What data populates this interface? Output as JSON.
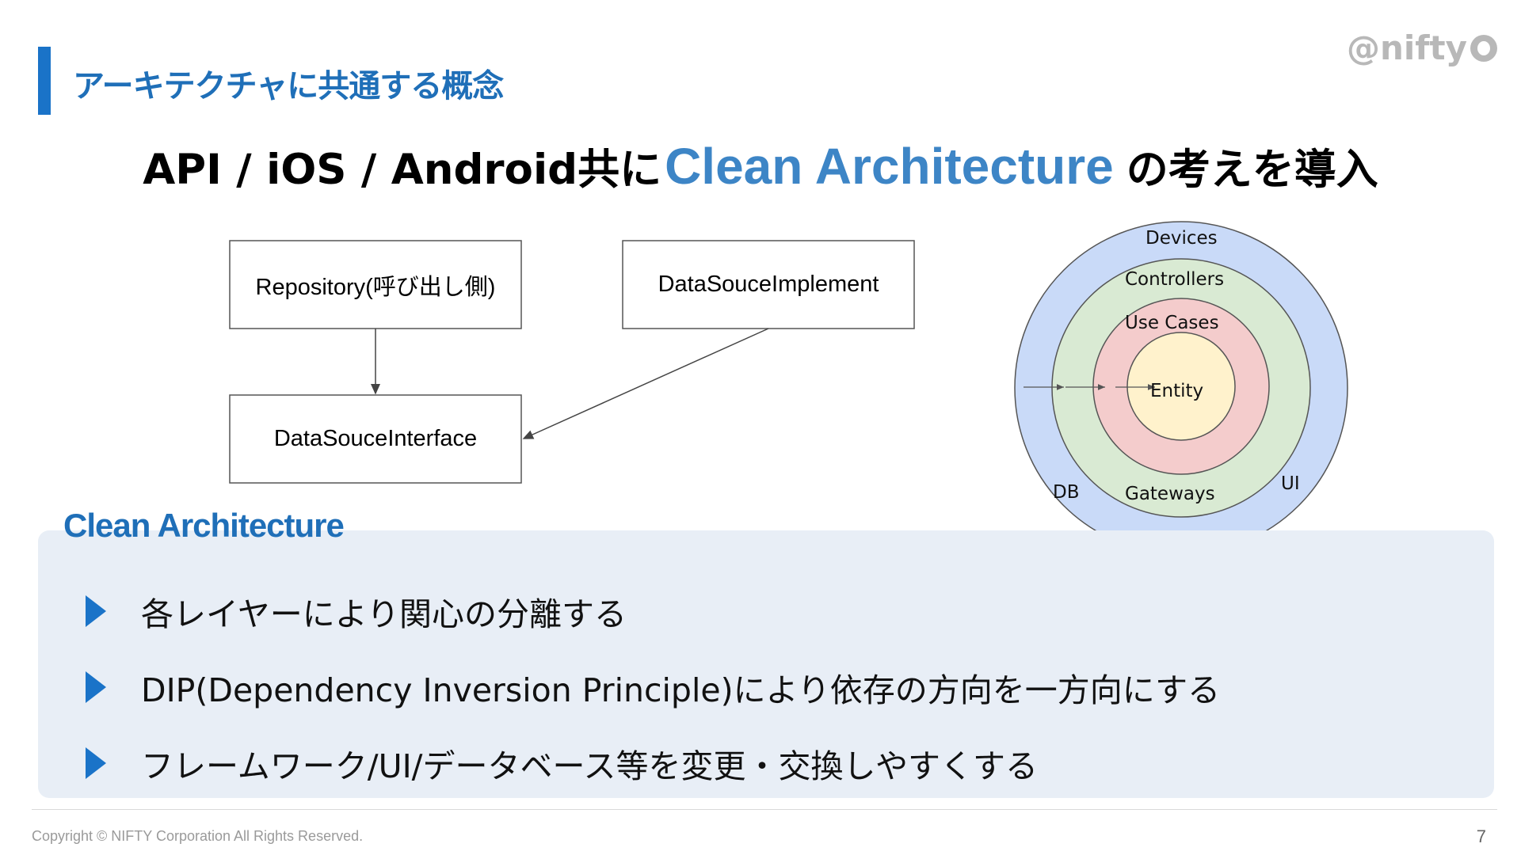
{
  "header": {
    "section_title": "アーキテクチャに共通する概念",
    "logo_text": "@nifty",
    "logo_icon": "nifty-swirl-icon"
  },
  "headline": {
    "prefix": "API / iOS / Android共に",
    "emphasis": "Clean Architecture",
    "suffix": "の考えを導入"
  },
  "dependency_diagram": {
    "boxes": {
      "repository": "Repository(呼び出し側)",
      "implement": "DataSouceImplement",
      "interface": "DataSouceInterface"
    }
  },
  "clean_arch_diagram": {
    "rings": {
      "devices": "Devices",
      "controllers": "Controllers",
      "use_cases": "Use Cases",
      "entity": "Entity",
      "db": "DB",
      "gateways": "Gateways",
      "ui": "UI"
    },
    "colors": {
      "outer": "#c9daf8",
      "second": "#d9ead3",
      "third": "#f4cccc",
      "core": "#fff2cc"
    }
  },
  "panel": {
    "title": "Clean Architecture",
    "bullets": [
      "各レイヤーにより関心の分離する",
      "DIP(Dependency Inversion Principle)により依存の方向を一方向にする",
      "フレームワーク/UI/データベース等を変更・交換しやすくする"
    ]
  },
  "footer": {
    "copyright": "Copyright © NIFTY Corporation All Rights Reserved.",
    "page_number": "7"
  },
  "colors": {
    "accent": "#1a73c8",
    "title_blue": "#1f6fb8",
    "panel_bg": "#e8eef6"
  }
}
